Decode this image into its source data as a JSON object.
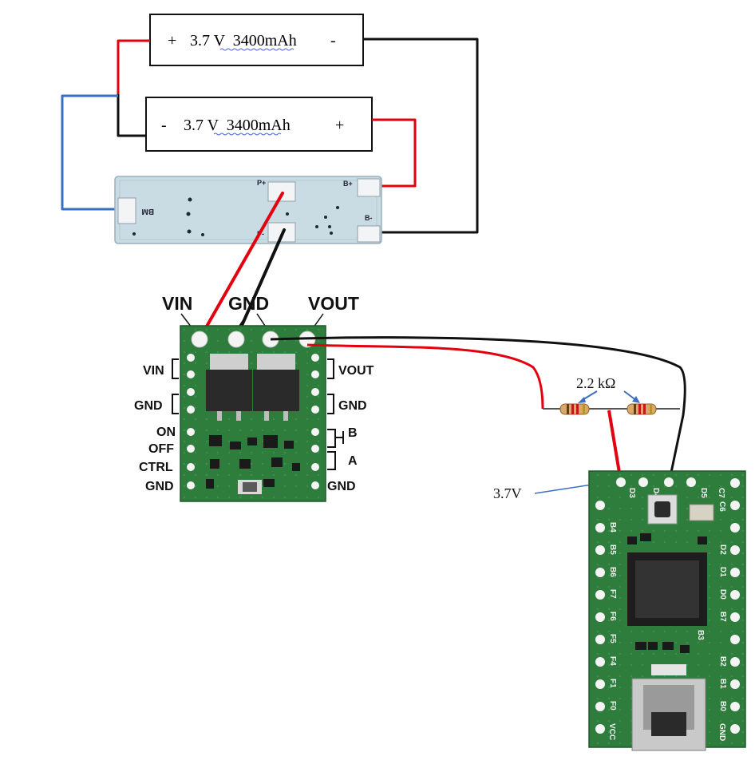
{
  "battery_top": {
    "plus": "+",
    "label": "3.7 V  3400mAh",
    "minus": "-"
  },
  "battery_bottom": {
    "minus": "-",
    "label": "3.7 V  3400mAh",
    "plus": "+"
  },
  "bms": {
    "bm_label": "BM",
    "p_plus": "P+",
    "p_minus": "P-",
    "b_plus": "B+",
    "b_minus": "B-"
  },
  "regulator": {
    "top_vin": "VIN",
    "top_gnd": "GND",
    "top_vout": "VOUT",
    "left": [
      "VIN",
      "GND",
      "ON",
      "OFF",
      "CTRL",
      "GND"
    ],
    "right_vout": "VOUT",
    "right_gnd": "GND",
    "right_b": "B",
    "right_a": "A",
    "right_gnd2": "GND"
  },
  "resistor": {
    "label": "2.2 kΩ"
  },
  "mcu": {
    "voltage_label": "3.7V",
    "top_pins": [
      "D3",
      "D4",
      "D5",
      "C7"
    ],
    "left_pins": [
      "B4",
      "B5",
      "B6",
      "F7",
      "F6",
      "F5",
      "F4",
      "F1",
      "F0",
      "VCC"
    ],
    "right_pins": [
      "C6",
      "D2",
      "D1",
      "D0",
      "B7",
      "B3",
      "B2",
      "B1",
      "B0",
      "GND"
    ]
  },
  "colors": {
    "red_wire": "#e3000f",
    "black_wire": "#111111",
    "blue_wire": "#3a6fc4",
    "pcb_green": "#2e7d3a",
    "bms_blue": "#c9dbe3"
  }
}
